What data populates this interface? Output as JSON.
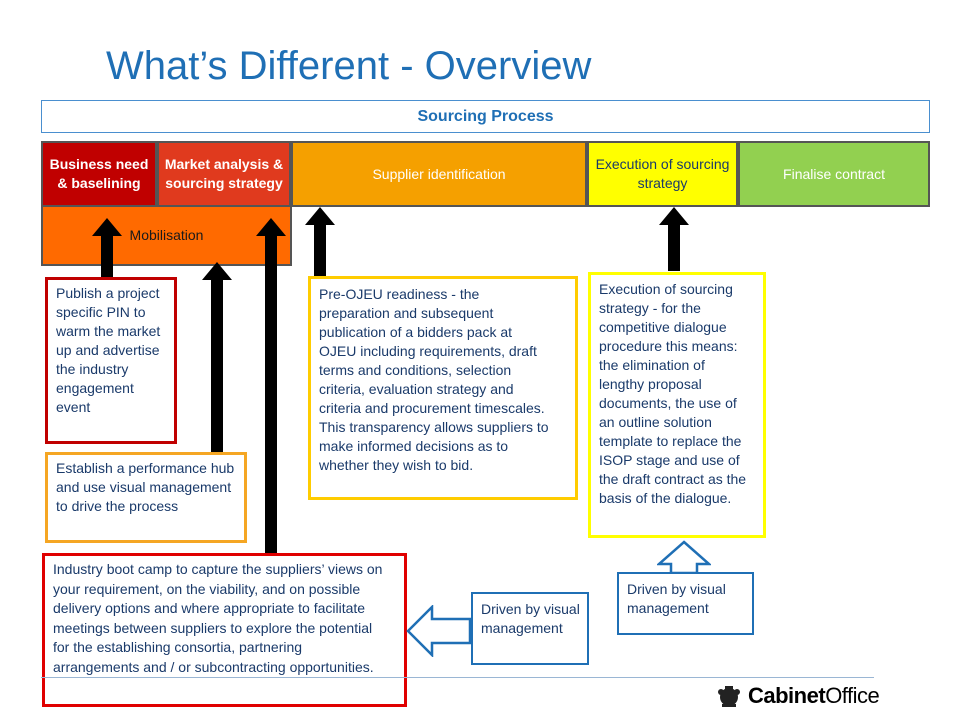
{
  "title": "What’s Different - Overview",
  "process_label": "Sourcing Process",
  "colors": {
    "title_blue": "#1f6fb5",
    "dark_red": "#c00000",
    "red": "#e03a1e",
    "orange": "#ff6a00",
    "amber": "#f5a000",
    "yellow": "#ffff00",
    "green": "#92d050",
    "box_border_red": "#cc0000",
    "box_border_orange": "#f5a623",
    "box_border_yellow": "#ffcc00",
    "box_border_blue": "#1f6fb5"
  },
  "stages": {
    "business_need": "Business need & baselining",
    "market_analysis": "Market analysis & sourcing strategy",
    "supplier_identification": "Supplier identification",
    "execution": "Execution of sourcing strategy",
    "finalise": "Finalise contract",
    "mobilisation": "Mobilisation"
  },
  "boxes": {
    "publish_pin": "Publish a project specific PIN to warm the market up and advertise the industry engagement event",
    "performance_hub": "Establish a performance hub and use visual management to drive the process",
    "boot_camp": "Industry boot camp to capture the suppliers’ views on your requirement, on the viability, and on possible delivery options and where appropriate to facilitate meetings between suppliers to explore the potential for the establishing consortia, partnering arrangements and / or subcontracting opportunities.",
    "pre_ojeu": "Pre-OJEU readiness - the preparation and subsequent publication of a bidders pack at OJEU including requirements, draft terms and conditions, selection criteria, evaluation strategy and criteria and procurement timescales. This transparency allows suppliers to make informed decisions as to whether they wish to bid.",
    "execution_detail": "Execution of sourcing strategy - for the competitive dialogue procedure this means: the elimination of lengthy proposal documents, the use of an outline solution template to replace the ISOP stage and use of the draft contract as the basis of the dialogue.",
    "driven_visual_left": "Driven by visual management",
    "driven_visual_right": "Driven by visual management"
  },
  "logo": {
    "text": "CabinetOffice",
    "icon": "royal-crest-icon"
  }
}
